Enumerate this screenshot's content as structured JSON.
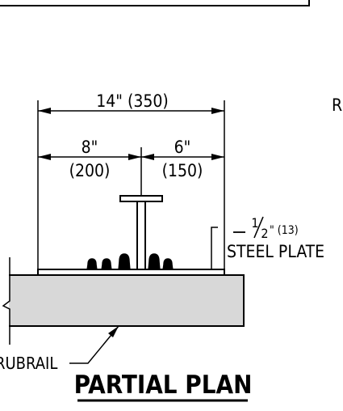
{
  "dimensions": {
    "overall": "14\" (350)",
    "left_top": "8\"",
    "left_bottom": "(200)",
    "right_top": "6\"",
    "right_bottom": "(150)"
  },
  "plate": {
    "thickness_num": "1",
    "thickness_den": "2",
    "thickness_unit": "\" (13)",
    "name": "STEEL PLATE"
  },
  "labels": {
    "rubrail": "RUBRAIL",
    "title": "PARTIAL PLAN",
    "edge_letter": "R"
  }
}
